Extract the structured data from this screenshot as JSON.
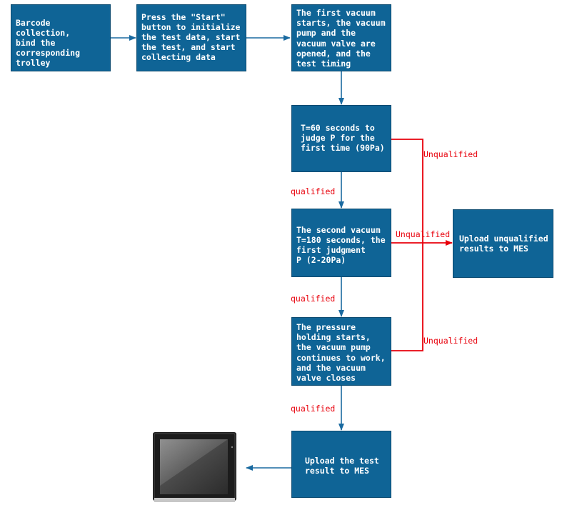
{
  "nodes": {
    "barcode": "Barcode collection,\nbind the\ncorresponding\ntrolley",
    "start": "Press the \"Start\"\nbutton to initialize\nthe test data, start\nthe test, and start\ncollecting data",
    "first_vacuum": "The first vacuum\nstarts, the vacuum\npump and the\nvacuum valve are\nopened, and the\ntest timing",
    "judge1": "T=60 seconds to\njudge P for the\nfirst time (90Pa)",
    "second_vacuum": "The second vacuum\nT=180 seconds, the\nfirst judgment\nP (2-20Pa)",
    "holding": "The pressure\nholding starts,\nthe vacuum pump\ncontinues to work,\nand the vacuum\nvalve closes",
    "upload_result": "Upload the test\nresult to MES",
    "upload_unqualified": "Upload unqualified\nresults to MES"
  },
  "labels": {
    "qualified_1": "qualified",
    "qualified_2": "qualified",
    "qualified_3": "qualified",
    "unqualified_1": "Unqualified",
    "unqualified_2": "Unqualified",
    "unqualified_3": "Unqualified"
  },
  "colors": {
    "box_fill": "#0f6496",
    "flow_arrow": "#1a6aa0",
    "fail_arrow": "#e8000b"
  },
  "icons": {
    "terminal": "touchscreen-terminal-icon"
  }
}
